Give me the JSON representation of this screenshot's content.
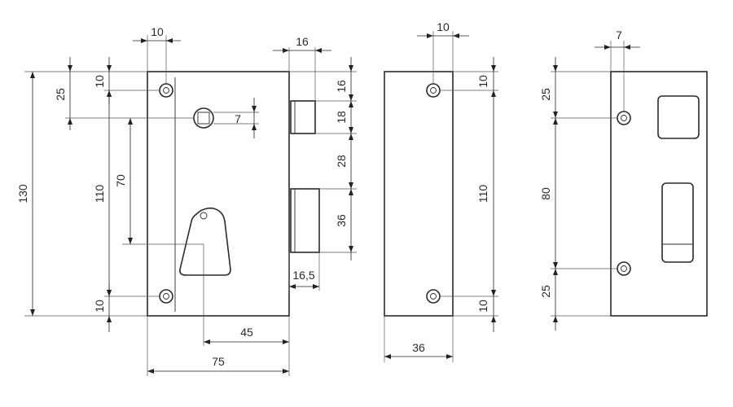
{
  "views": {
    "front": {
      "labels": {
        "top_hole_x": "10",
        "bolt_width": "16",
        "top_margin_left": "10",
        "top_margin_outer": "25",
        "overall_height": "130",
        "hole_spacing": "110",
        "spindle_to_key": "70",
        "square_spindle": "7",
        "bottom_margin": "10",
        "right_top": "16",
        "latch_height": "18",
        "gap_latch_bolt": "28",
        "bolt_height": "36",
        "bolt_projection": "16,5",
        "backset": "45",
        "overall_width": "75"
      }
    },
    "side": {
      "labels": {
        "hole_x": "10",
        "top_margin": "10",
        "hole_spacing": "110",
        "bottom_margin": "10",
        "depth": "36"
      }
    },
    "strike": {
      "labels": {
        "hole_x": "7",
        "top_margin": "25",
        "hole_spacing": "80",
        "bottom_margin": "25"
      }
    }
  }
}
